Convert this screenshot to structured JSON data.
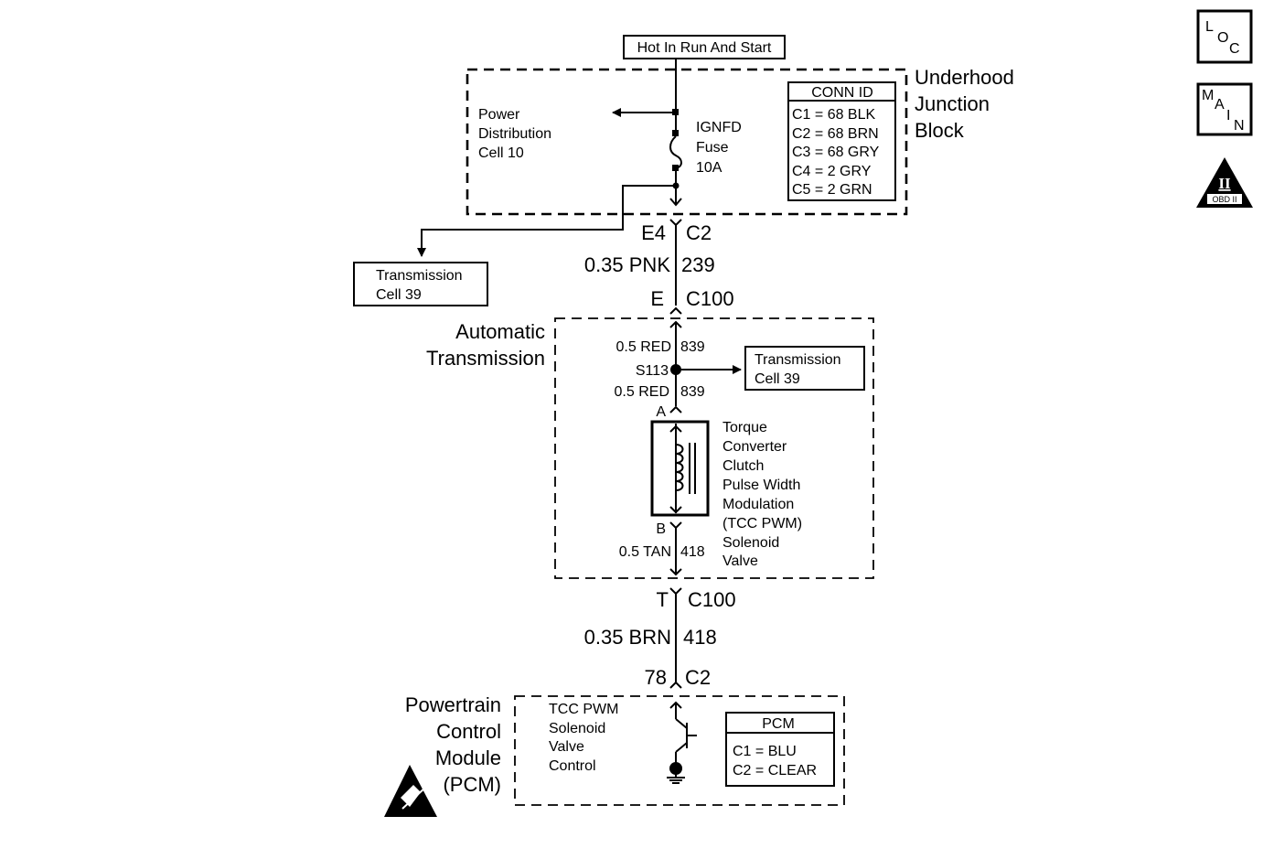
{
  "power_source": "Hot In Run And Start",
  "ujb": {
    "label": [
      "Underhood",
      "Junction",
      "Block"
    ],
    "power_distribution": [
      "Power",
      "Distribution",
      "Cell 10"
    ],
    "fuse": [
      "IGNFD",
      "Fuse",
      "10A"
    ],
    "conn_id": {
      "title": "CONN ID",
      "rows": [
        "C1 = 68 BLK",
        "C2 = 68 BRN",
        "C3 = 68 GRY",
        "C4 = 2 GRY",
        "C5 = 2 GRN"
      ]
    }
  },
  "transmission_cell_left": [
    "Transmission",
    "Cell 39"
  ],
  "connector_e4": {
    "pin": "E4",
    "conn": "C2"
  },
  "wire_239": {
    "gauge_color": "0.35 PNK",
    "circuit": "239"
  },
  "connector_e": {
    "pin": "E",
    "conn": "C100"
  },
  "auto_trans": {
    "label": [
      "Automatic",
      "Transmission"
    ],
    "wire_839_top": {
      "gauge_color": "0.5 RED",
      "circuit": "839"
    },
    "splice": "S113",
    "transmission_cell_right": [
      "Transmission",
      "Cell 39"
    ],
    "wire_839_bottom": {
      "gauge_color": "0.5 RED",
      "circuit": "839"
    },
    "pin_a": "A",
    "pin_b": "B",
    "solenoid": [
      "Torque",
      "Converter",
      "Clutch",
      "Pulse Width",
      "Modulation",
      "(TCC PWM)",
      "Solenoid",
      "Valve"
    ],
    "wire_418": {
      "gauge_color": "0.5 TAN",
      "circuit": "418"
    }
  },
  "connector_t": {
    "pin": "T",
    "conn": "C100"
  },
  "wire_418_brn": {
    "gauge_color": "0.35 BRN",
    "circuit": "418"
  },
  "connector_78": {
    "pin": "78",
    "conn": "C2"
  },
  "pcm": {
    "label": [
      "Powertrain",
      "Control",
      "Module",
      "(PCM)"
    ],
    "control": [
      "TCC PWM",
      "Solenoid",
      "Valve",
      "Control"
    ],
    "conn_box": {
      "title": "PCM",
      "rows": [
        "C1 = BLU",
        "C2 = CLEAR"
      ]
    }
  },
  "side_icons": {
    "loc": [
      "L",
      "O",
      "C"
    ],
    "main": [
      "M",
      "A",
      "I",
      "N"
    ],
    "obd": {
      "numeral": "II",
      "text": "OBD II"
    }
  },
  "icons": [
    "arrow-left-icon",
    "fuse-icon",
    "splice-dot-icon",
    "solenoid-coil-icon",
    "transistor-icon",
    "ground-icon",
    "esd-warning-icon",
    "obd-ii-icon"
  ]
}
